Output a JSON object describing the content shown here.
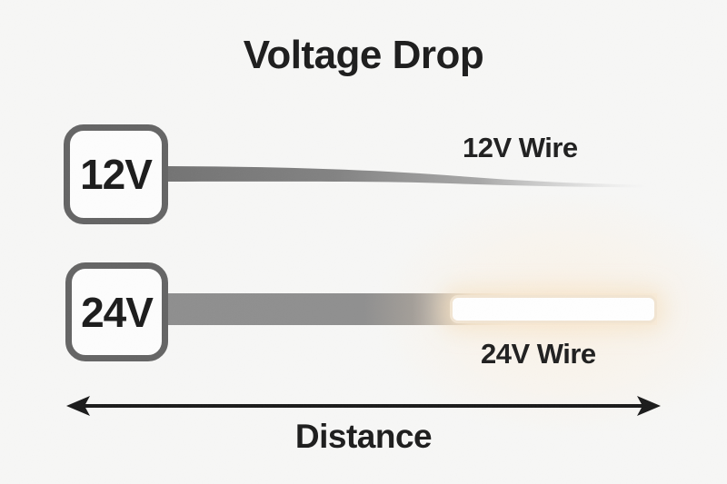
{
  "meta": {
    "background_color": "#f7f7f6",
    "text_color": "#1c1c1c"
  },
  "title": {
    "text": "Voltage Drop"
  },
  "sources": {
    "v12": {
      "label": "12V"
    },
    "v24": {
      "label": "24V"
    }
  },
  "wires": {
    "v12": {
      "label": "12V Wire",
      "color_start": "#737373",
      "color_end": "#f7f7f6"
    },
    "v24": {
      "label": "24V Wire",
      "color_start": "#8f8f8f",
      "color_end": "#ffffff",
      "glow_color": "#f2e5d2"
    }
  },
  "axis": {
    "label": "Distance",
    "arrow_color": "#1a1a1a"
  },
  "box_style": {
    "border_color": "#646464",
    "fill_color": "#fdfdfd"
  }
}
